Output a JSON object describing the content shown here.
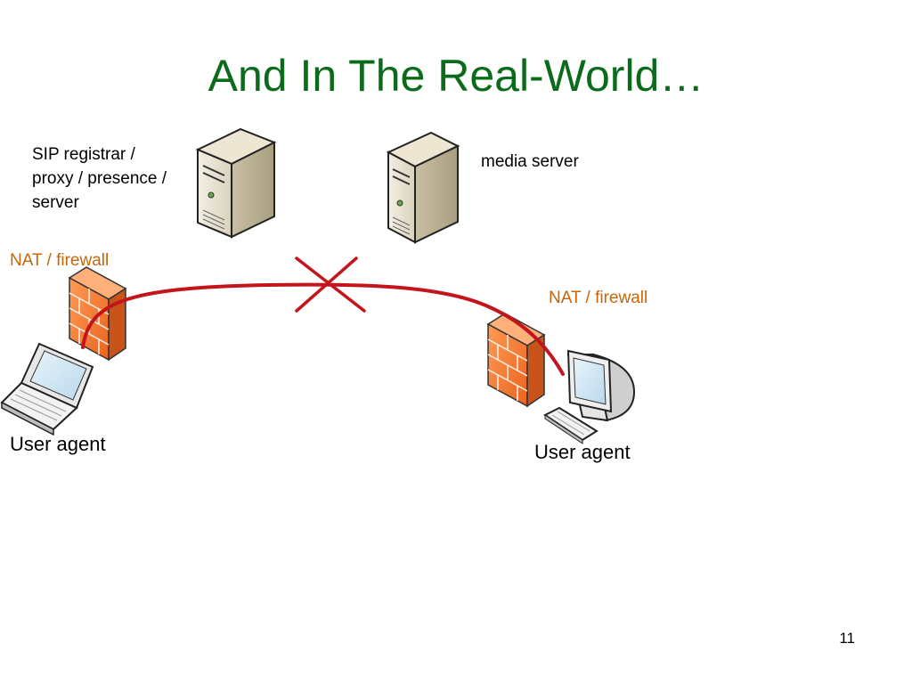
{
  "slide": {
    "title": "And In The Real-World…",
    "page_number": "11"
  },
  "diagram": {
    "sip_server_label": [
      "SIP registrar /",
      "proxy / presence /",
      "server"
    ],
    "media_server_label": "media server",
    "nat_left_label": "NAT / firewall",
    "nat_right_label": "NAT / firewall",
    "user_agent_left_label": "User agent",
    "user_agent_right_label": "User agent"
  },
  "colors": {
    "title": "#0a6b1a",
    "nat_label": "#c8650a",
    "connection_line": "#c4141c",
    "blocked_mark": "#c4141c",
    "firewall": "#f07a30"
  }
}
